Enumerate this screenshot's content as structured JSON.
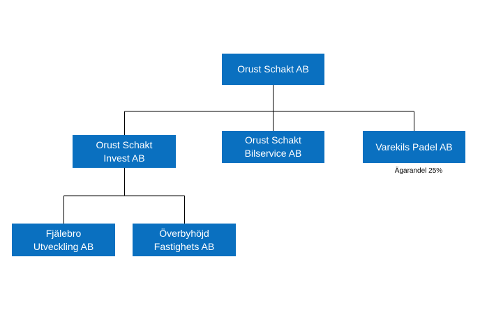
{
  "org_chart": {
    "root": {
      "lines": [
        "Orust Schakt AB"
      ]
    },
    "invest": {
      "lines": [
        "Orust Schakt",
        "Invest AB"
      ]
    },
    "bilservice": {
      "lines": [
        "Orust Schakt",
        "Bilservice AB"
      ]
    },
    "padel": {
      "lines": [
        "Varekils Padel AB"
      ],
      "note": "Ägarandel 25%"
    },
    "fjalebro": {
      "lines": [
        "Fjälebro",
        "Utveckling AB"
      ]
    },
    "overbyhojd": {
      "lines": [
        "Överbyhöjd",
        "Fastighets AB"
      ]
    }
  },
  "colors": {
    "box_fill": "#0a70c0",
    "box_text": "#ffffff",
    "connector": "#000000"
  }
}
